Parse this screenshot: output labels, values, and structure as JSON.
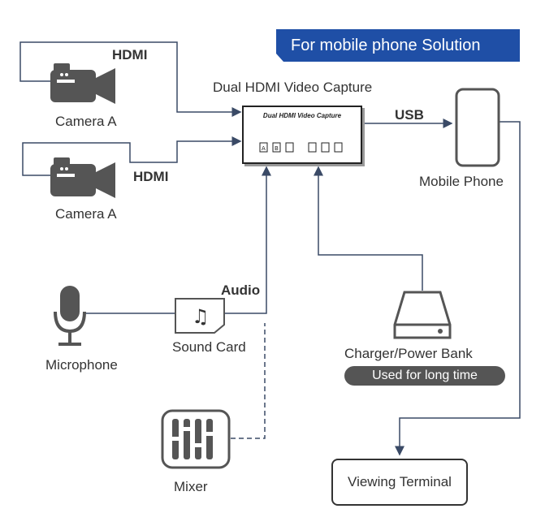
{
  "banner": {
    "text": "For mobile phone Solution"
  },
  "capture": {
    "label": "Dual HDMI Video Capture",
    "inner_text": "Dual HDMI Video Capture"
  },
  "cameras": [
    {
      "label": "Camera A",
      "link": "HDMI"
    },
    {
      "label": "Camera A",
      "link": "HDMI"
    }
  ],
  "usb": {
    "label": "USB"
  },
  "phone": {
    "label": "Mobile Phone"
  },
  "audio": {
    "label": "Audio"
  },
  "microphone": {
    "label": "Microphone"
  },
  "sound_card": {
    "label": "Sound Card"
  },
  "mixer": {
    "label": "Mixer"
  },
  "charger": {
    "label": "Charger/Power Bank",
    "note": "Used for long time"
  },
  "terminal": {
    "label": "Viewing Terminal"
  },
  "colors": {
    "banner": "#1f4fa6",
    "line": "#3a4a66",
    "icon": "#555555"
  }
}
